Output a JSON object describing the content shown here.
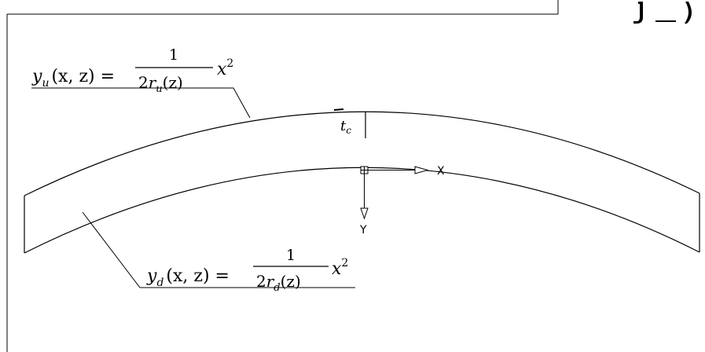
{
  "upper_equation": {
    "lhs_var": "y",
    "lhs_sub": "u",
    "lhs_args": "(x, z) =",
    "numerator": "1",
    "denominator_coef": "2",
    "denominator_var": "r",
    "denominator_sub": "u",
    "denominator_args": "(z)",
    "rhs_var": "x",
    "rhs_exp": "2"
  },
  "lower_equation": {
    "lhs_var": "y",
    "lhs_sub": "d",
    "lhs_args": "(x, z) =",
    "numerator": "1",
    "denominator_coef": "2",
    "denominator_var": "r",
    "denominator_sub": "d",
    "denominator_args": "(z)",
    "rhs_var": "x",
    "rhs_exp": "2"
  },
  "thickness": {
    "var": "t",
    "sub": "c"
  },
  "axes": {
    "x_label": "X",
    "y_label": "Y"
  }
}
